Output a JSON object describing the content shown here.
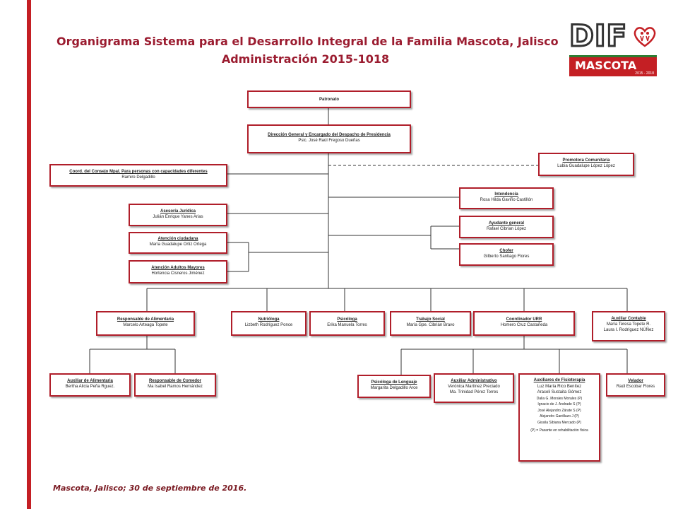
{
  "header": {
    "title_line1": "Organigrama Sistema para el Desarrollo Integral de la Familia Mascota, Jalisco",
    "title_line2": "Administración 2015-1018"
  },
  "logo": {
    "text": "DIF",
    "mascota": "MASCOTA",
    "years": "2015 - 2018",
    "heart_icon": "heart-family-icon"
  },
  "boxes": {
    "patronato": {
      "title": "Patronato",
      "lines": []
    },
    "direccion": {
      "title": "Dirección General y Encargado del Despacho de Presidencia",
      "lines": [
        "Psic. José Raúl Fregoso Dueñas"
      ]
    },
    "coord": {
      "title": "Coord. del Consejo Mpal. Para personas con capacidades diferentes",
      "lines": [
        "Ramiro Delgadillo"
      ]
    },
    "promotora": {
      "title": "Promotora Comunitaria",
      "lines": [
        "Lubia Guadalupe López López"
      ]
    },
    "intendencia": {
      "title": "Intendencia",
      "lines": [
        "Rosa Hilda Gaviño Castillón"
      ]
    },
    "asesoria": {
      "title": "Asesoría Jurídica",
      "lines": [
        "Julián Enrique Yanes Arias"
      ]
    },
    "ayudante": {
      "title": "Ayudante general",
      "lines": [
        "Rafael Cibrian López"
      ]
    },
    "atencion": {
      "title": "Atención ciudadana",
      "lines": [
        "María Guadalupe Ortiz Ortega"
      ]
    },
    "chofer": {
      "title": "Chofer",
      "lines": [
        "Gilberto Santiago Flores"
      ]
    },
    "adultos": {
      "title": "Atención Adultos Mayores",
      "lines": [
        "Hortencia Cisneros Jiménez"
      ]
    },
    "resp_alim": {
      "title": "Responsable de Alimentaria",
      "lines": [
        "Marcelo Arteaga Topete"
      ]
    },
    "nutriologa": {
      "title": "Nutrióloga",
      "lines": [
        "Lizbeth Rodríguez Ponce"
      ]
    },
    "psicologa": {
      "title": "Psicóloga",
      "lines": [
        "Erika Manuela Torres"
      ]
    },
    "trabajo_social": {
      "title": "Trabajo Social",
      "lines": [
        "María Gpe. Cibrián Bravo"
      ]
    },
    "coord_urr": {
      "title": "Coordinador URR",
      "lines": [
        "Homero Cruz Castañeda"
      ]
    },
    "aux_contable": {
      "title": "Auxiliar Contable",
      "lines": [
        "María Teresa Topete R.",
        "Laura I. Rodríguez NÚÑez"
      ]
    },
    "aux_alim": {
      "title": "Auxiliar de Alimentaria",
      "lines": [
        "Bertha Alicia Peña Rguez."
      ]
    },
    "resp_comedor": {
      "title": "Responsable de Comedor",
      "lines": [
        "Ma Isabel Ramos Hernández"
      ]
    },
    "psic_lenguaje": {
      "title": "Psicóloga de Lenguaje",
      "lines": [
        "Margarita Delgadillo Arce"
      ]
    },
    "aux_admin": {
      "title": "Auxiliar Administrativo",
      "lines": [
        "Verónica Martínez Preciado",
        "Ma. Trinidad Pérez Torres"
      ]
    },
    "aux_fisio": {
      "title": "Auxiliares de Fisioterapia",
      "lines": [
        "Luz María Rico Benítez",
        "Araceli Sustaita Gómez",
        "Dalia G. Morales Morales (P)",
        "Ignacio de J. Andrade S (P)",
        "José Alejandro Zárate S (P)",
        "Alejandro Gardilazo J (P)",
        "Gissila Sibiana Mercado (P)",
        "(P) = Pasante en rehabilitación física",
        "."
      ]
    },
    "velador": {
      "title": "Velador",
      "lines": [
        "Raúl Escobar Flores"
      ]
    }
  },
  "footer": {
    "text": "Mascota, Jalisco; 30 de septiembre de 2016."
  },
  "colors": {
    "accent": "#b01e2a",
    "title": "#9b1c30",
    "stripe": "#c41f24",
    "logo_green": "#2e7d32"
  }
}
